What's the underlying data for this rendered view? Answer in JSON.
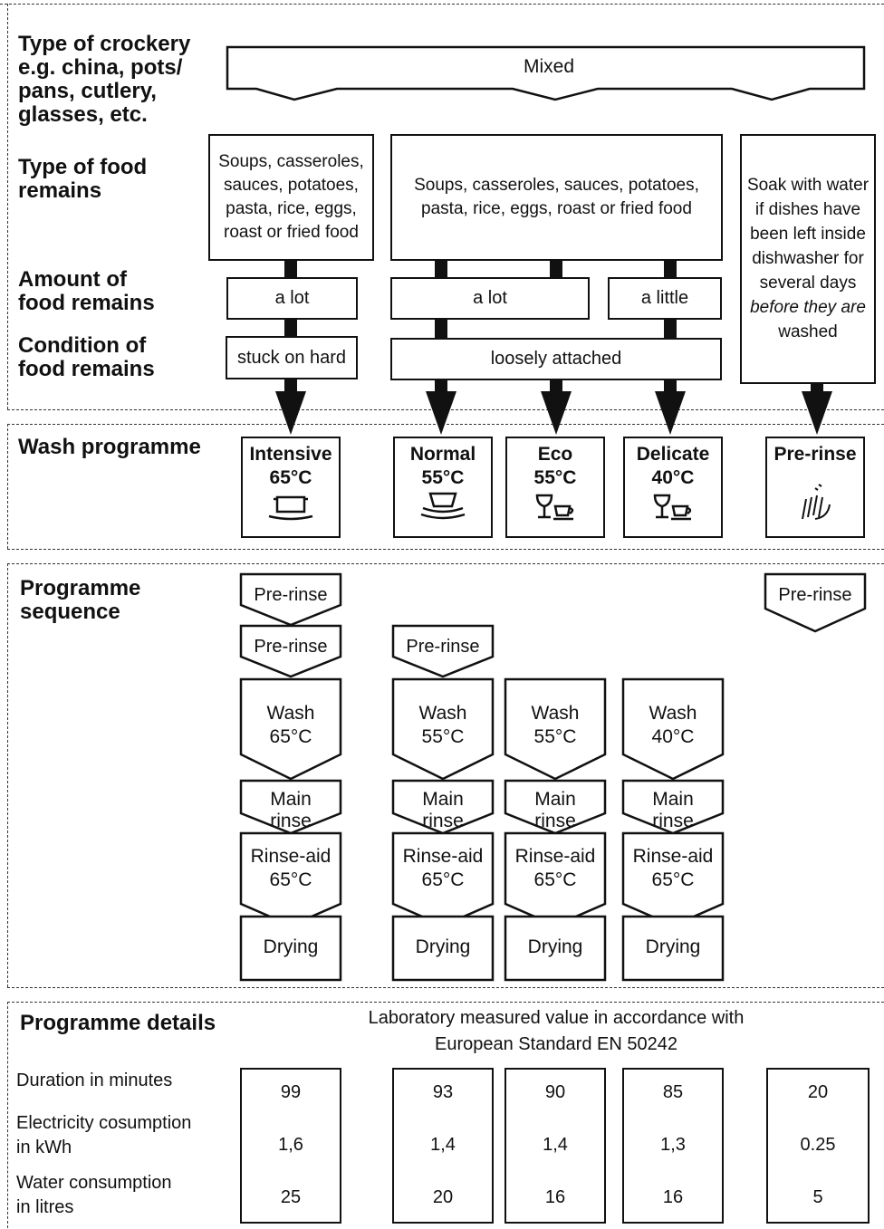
{
  "labels": {
    "crockery": "Type of crockery\ne.g. china, pots/\npans, cutlery,\nglasses, etc.",
    "food_type": "Type of food\nremains",
    "amount": "Amount of\nfood remains",
    "condition": "Condition of\nfood remains",
    "wash_programme": "Wash programme",
    "sequence": "Programme\nsequence",
    "details": "Programme details"
  },
  "crockery_value": "Mixed",
  "food_types": [
    "Soups, casseroles,\nsauces, potatoes,\npasta, rice, eggs,\nroast or fried food",
    "Soups, casseroles, sauces, potatoes,\npasta, rice, eggs, roast or fried food"
  ],
  "soak_note": {
    "line1": "Soak with water",
    "line2": "if dishes have",
    "line3": "been left inside",
    "line4": "dishwasher for",
    "line5": "several days",
    "line6_italic": "before they are",
    "line7": "washed"
  },
  "amounts": [
    "a lot",
    "a lot",
    "a little"
  ],
  "conditions": [
    "stuck on hard",
    "loosely attached"
  ],
  "programmes": [
    {
      "name": "Intensive",
      "temp": "65°C",
      "icon": "pot-on-plate-icon"
    },
    {
      "name": "Normal",
      "temp": "55°C",
      "icon": "stacked-dishes-icon"
    },
    {
      "name": "Eco",
      "temp": "55°C",
      "icon": "glass-and-cup-icon"
    },
    {
      "name": "Delicate",
      "temp": "40°C",
      "icon": "glass-and-cup-icon"
    },
    {
      "name": "Pre-rinse",
      "temp": "",
      "icon": "water-spray-icon"
    }
  ],
  "steps": {
    "pre_rinse": "Pre-rinse",
    "wash": "Wash",
    "main_rinse": "Main\nrinse",
    "rinse_aid": "Rinse-aid",
    "drying": "Drying"
  },
  "sequence_temps": {
    "intensive_wash": "65°C",
    "normal_wash": "55°C",
    "eco_wash": "55°C",
    "delicate_wash": "40°C",
    "rinse_aid": "65°C"
  },
  "details_note": "Laboratory measured value in accordance with\nEuropean Standard EN 50242",
  "detail_rows": [
    {
      "label": "Duration in minutes",
      "values": [
        "99",
        "93",
        "90",
        "85",
        "20"
      ]
    },
    {
      "label": "Electricity cosumption\nin kWh",
      "values": [
        "1,6",
        "1,4",
        "1,4",
        "1,3",
        "0.25"
      ]
    },
    {
      "label": "Water consumption\nin litres",
      "values": [
        "25",
        "20",
        "16",
        "16",
        "5"
      ]
    }
  ]
}
